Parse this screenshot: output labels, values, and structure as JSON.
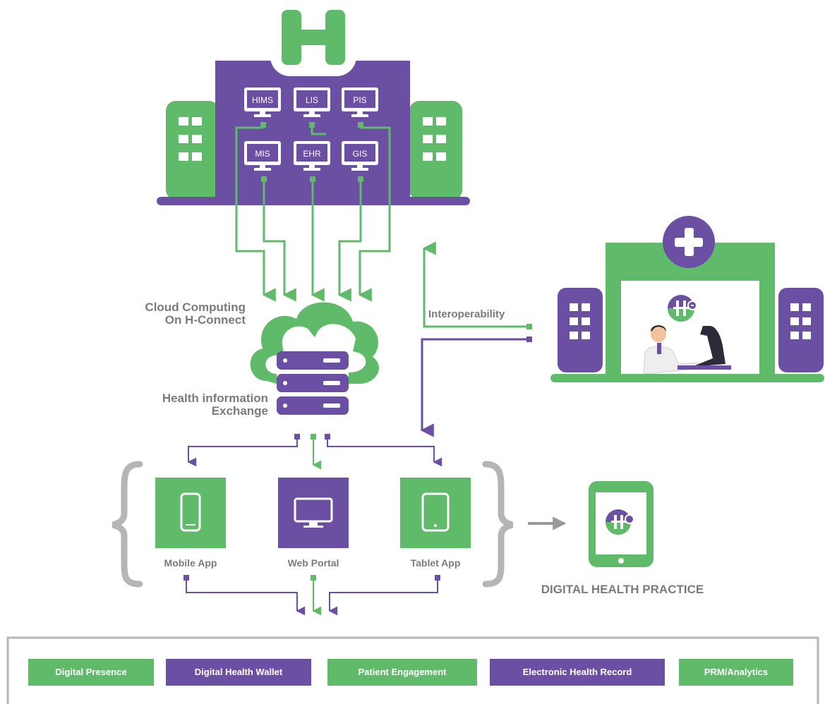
{
  "colors": {
    "purple": "#6a4fa3",
    "green": "#5fba69",
    "gray": "#7b7b7b",
    "light_gray": "#b5b5b5"
  },
  "hospital": {
    "logo_letter": "H",
    "systems": [
      "HIMS",
      "LIS",
      "PIS",
      "MIS",
      "EHR",
      "GIS"
    ]
  },
  "labels": {
    "cloud": "Cloud Computing\nOn H-Connect",
    "hie": "Health information\nExchange",
    "interoperability": "Interoperability",
    "digital_health_practice": "DIGITAL HEALTH PRACTICE"
  },
  "channels": [
    {
      "label": "Mobile App",
      "icon": "smartphone-icon"
    },
    {
      "label": "Web Portal",
      "icon": "monitor-icon"
    },
    {
      "label": "Tablet App",
      "icon": "tablet-icon"
    }
  ],
  "outputs": [
    {
      "label": "Digital Presence",
      "color": "green"
    },
    {
      "label": "Digital Health Wallet",
      "color": "purple"
    },
    {
      "label": "Patient Engagement",
      "color": "green"
    },
    {
      "label": "Electronic Health Record",
      "color": "purple"
    },
    {
      "label": "PRM/Analytics",
      "color": "green"
    }
  ]
}
